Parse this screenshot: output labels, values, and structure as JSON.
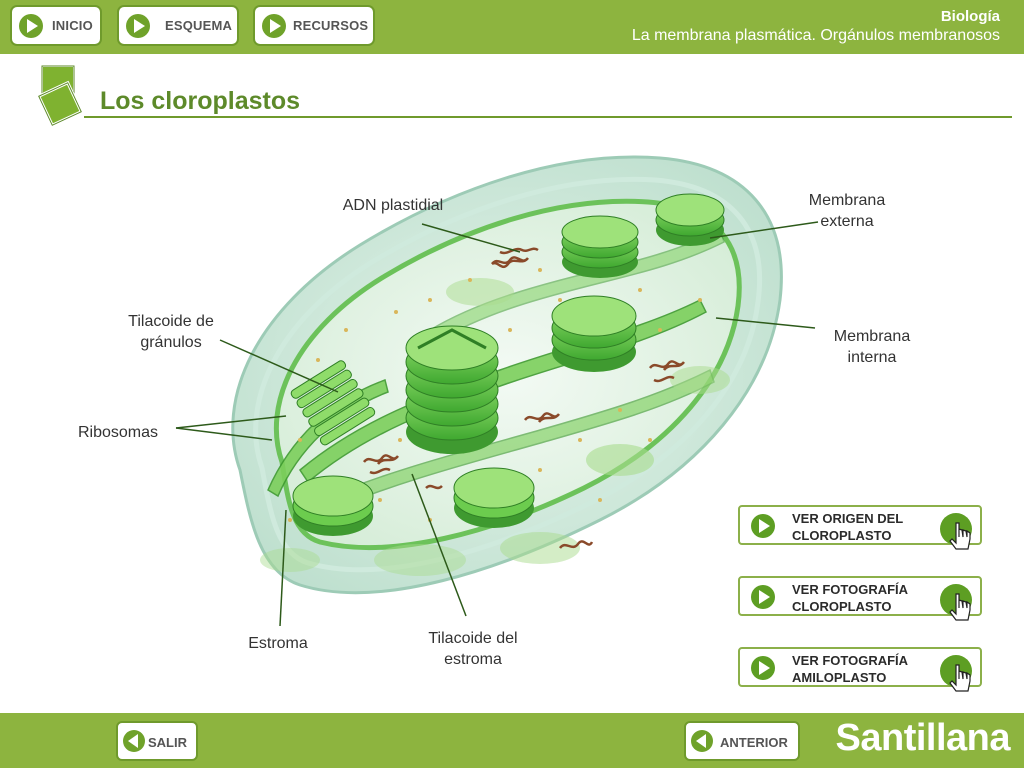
{
  "header": {
    "nav": [
      {
        "label": "INICIO"
      },
      {
        "label": "ESQUEMA"
      },
      {
        "label": "RECURSOS"
      }
    ],
    "subject": "Biología",
    "topic": "La membrana plasmática. Orgánulos membranosos"
  },
  "page_title": "Los cloroplastos",
  "labels": {
    "adn": "ADN plastidial",
    "membrana_externa": [
      "Membrana",
      "externa"
    ],
    "membrana_interna": [
      "Membrana",
      "interna"
    ],
    "tilacoide_granulos": [
      "Tilacoide de",
      "gránulos"
    ],
    "ribosomas": "Ribosomas",
    "estroma": "Estroma",
    "tilacoide_estroma": [
      "Tilacoide del",
      "estroma"
    ]
  },
  "resources": [
    {
      "line1": "VER ORIGEN DEL",
      "line2": "CLOROPLASTO"
    },
    {
      "line1": "VER FOTOGRAFÍA",
      "line2": "CLOROPLASTO"
    },
    {
      "line1": "VER FOTOGRAFÍA",
      "line2": "AMILOPLASTO"
    }
  ],
  "footer": {
    "exit_label": "SALIR",
    "prev_label": "ANTERIOR",
    "brand": "Santillana"
  },
  "colors": {
    "accent_green": "#8db43f",
    "dark_green": "#5d8a2a",
    "chloroplast_green": "#5cb83a"
  }
}
